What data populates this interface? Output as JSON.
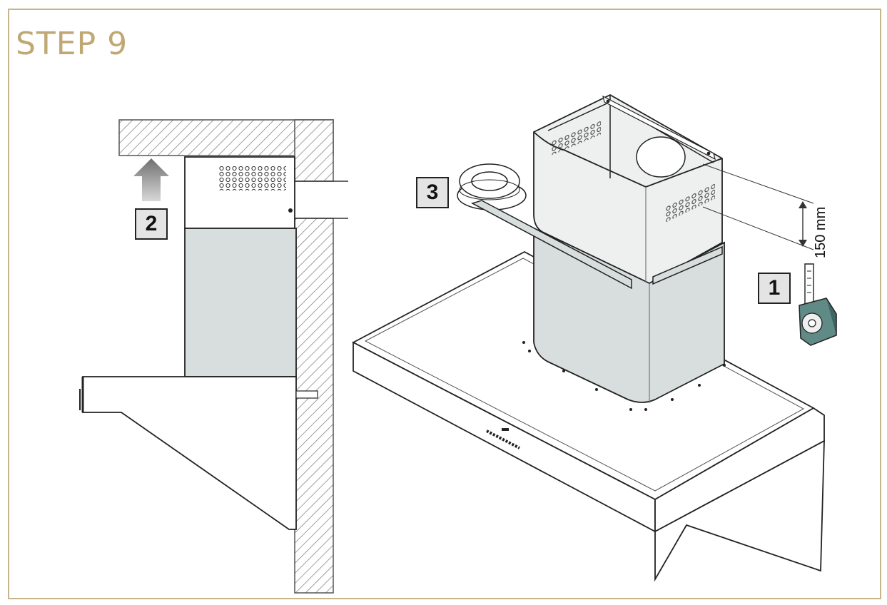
{
  "title": "STEP 9",
  "badges": {
    "one": "1",
    "two": "2",
    "three": "3"
  },
  "dimension_label": "150 mm",
  "colors": {
    "frame": "#c4b58a",
    "title": "#bfa874",
    "chimney_fill": "#d8dede",
    "chimney_light": "#eef0f0",
    "tape_case": "#5f8a86",
    "badge_bg": "#e4e4e4"
  }
}
